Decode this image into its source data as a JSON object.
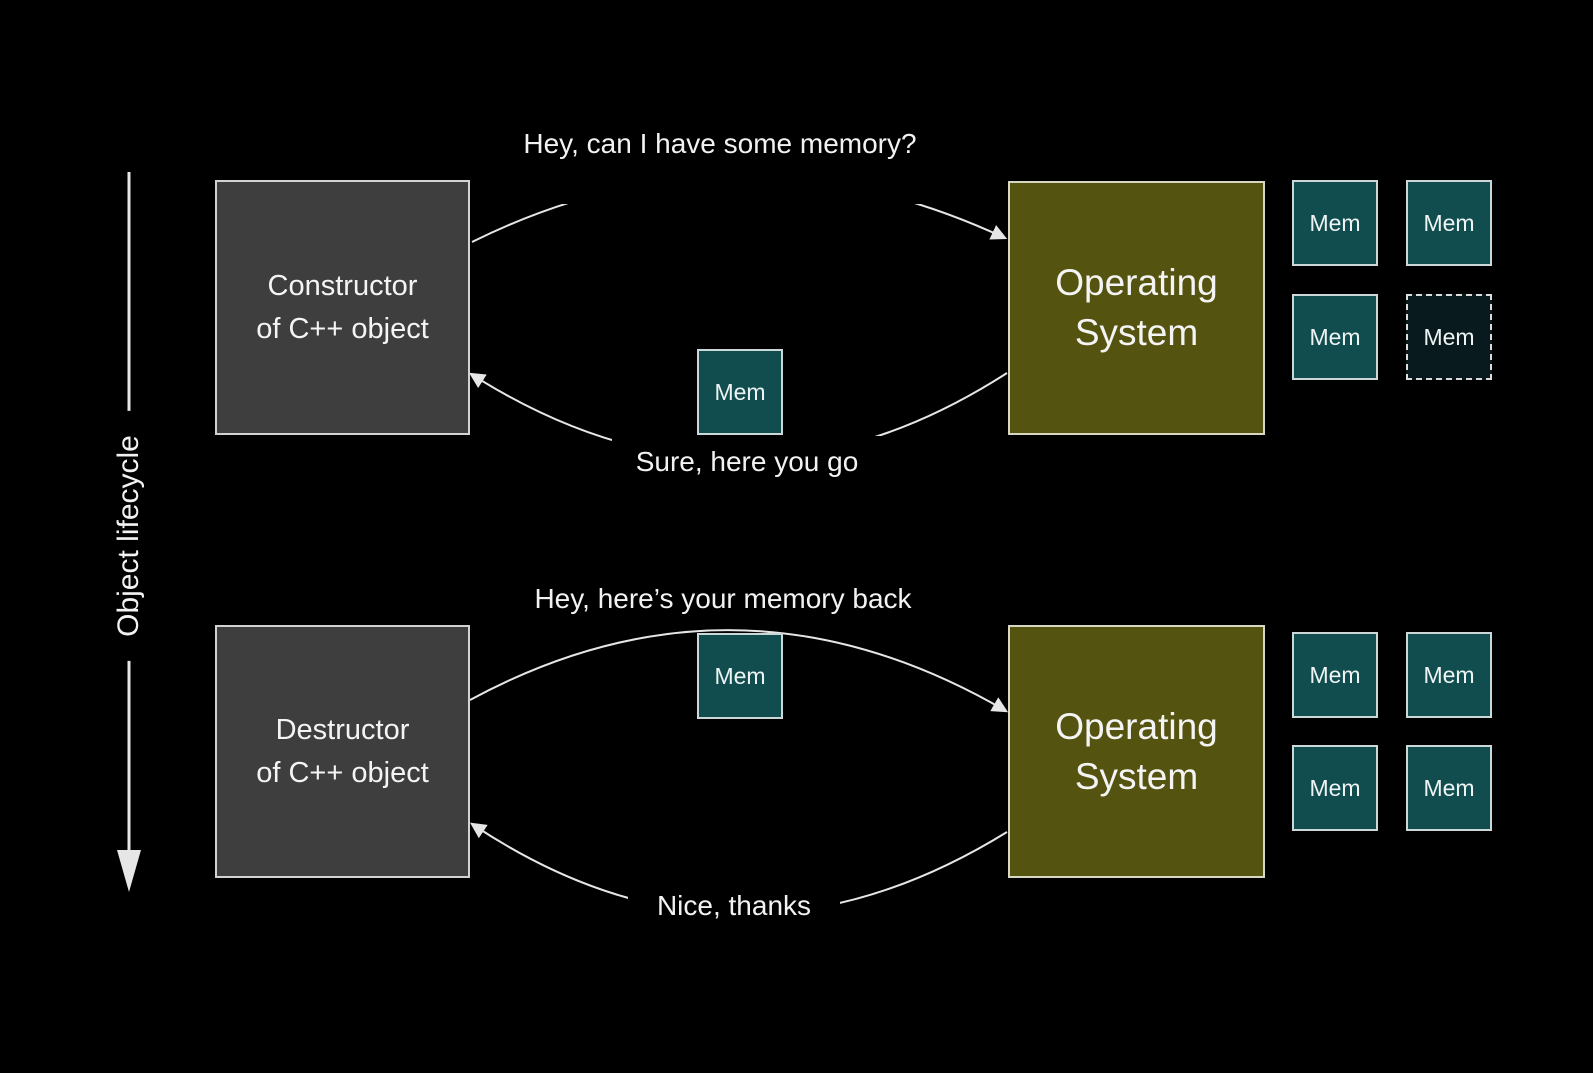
{
  "colors": {
    "background": "#000000",
    "actor_box_fill": "#3e3e3e",
    "os_box_fill": "#555310",
    "mem_chip_fill": "#114d4f",
    "mem_chip_freed_fill": "#081a1e",
    "line": "#e6e6e6",
    "text": "#f2f2f2"
  },
  "lifecycle": {
    "axis_label": "Object lifecycle"
  },
  "construction": {
    "actor": {
      "line1": "Constructor",
      "line2": "of C++ object"
    },
    "request_label": "Hey, can I have some memory?",
    "response_label": "Sure, here you go",
    "os": {
      "line1": "Operating",
      "line2": "System"
    },
    "transfer_chip": {
      "label": "Mem"
    },
    "os_memory_pool": [
      {
        "label": "Mem",
        "state": "available"
      },
      {
        "label": "Mem",
        "state": "available"
      },
      {
        "label": "Mem",
        "state": "available"
      },
      {
        "label": "Mem",
        "state": "handed-out"
      }
    ]
  },
  "destruction": {
    "actor": {
      "line1": "Destructor",
      "line2": "of C++ object"
    },
    "request_label": "Hey, here’s your memory back",
    "response_label": "Nice, thanks",
    "os": {
      "line1": "Operating",
      "line2": "System"
    },
    "transfer_chip": {
      "label": "Mem"
    },
    "os_memory_pool": [
      {
        "label": "Mem",
        "state": "available"
      },
      {
        "label": "Mem",
        "state": "available"
      },
      {
        "label": "Mem",
        "state": "available"
      },
      {
        "label": "Mem",
        "state": "available"
      }
    ]
  }
}
